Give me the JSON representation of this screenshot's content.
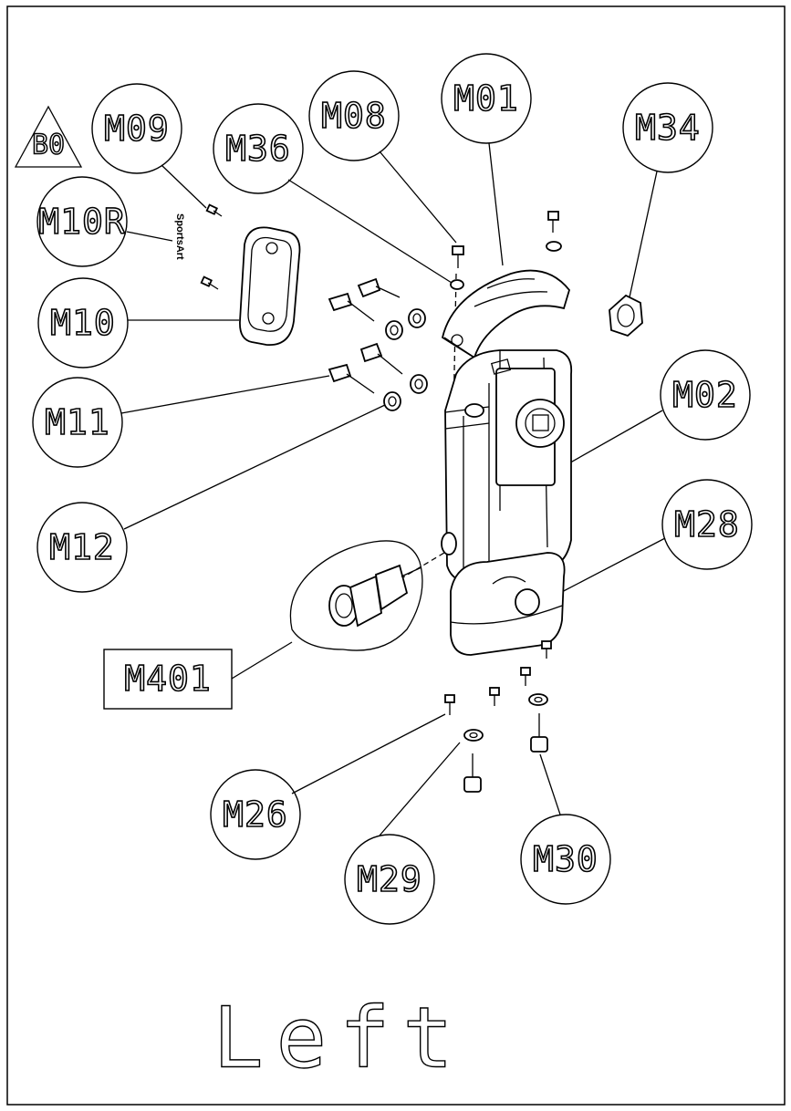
{
  "revision": {
    "label": "B0"
  },
  "view": {
    "label": "Left"
  },
  "callouts": {
    "m09": "M09",
    "m10r": "M10R",
    "m10": "M10",
    "m11": "M11",
    "m12": "M12",
    "m36": "M36",
    "m08": "M08",
    "m01": "M01",
    "m34": "M34",
    "m02": "M02",
    "m28": "M28",
    "m401": "M401",
    "m26": "M26",
    "m29": "M29",
    "m30": "M30"
  },
  "logo": {
    "text": "SportsArt"
  }
}
